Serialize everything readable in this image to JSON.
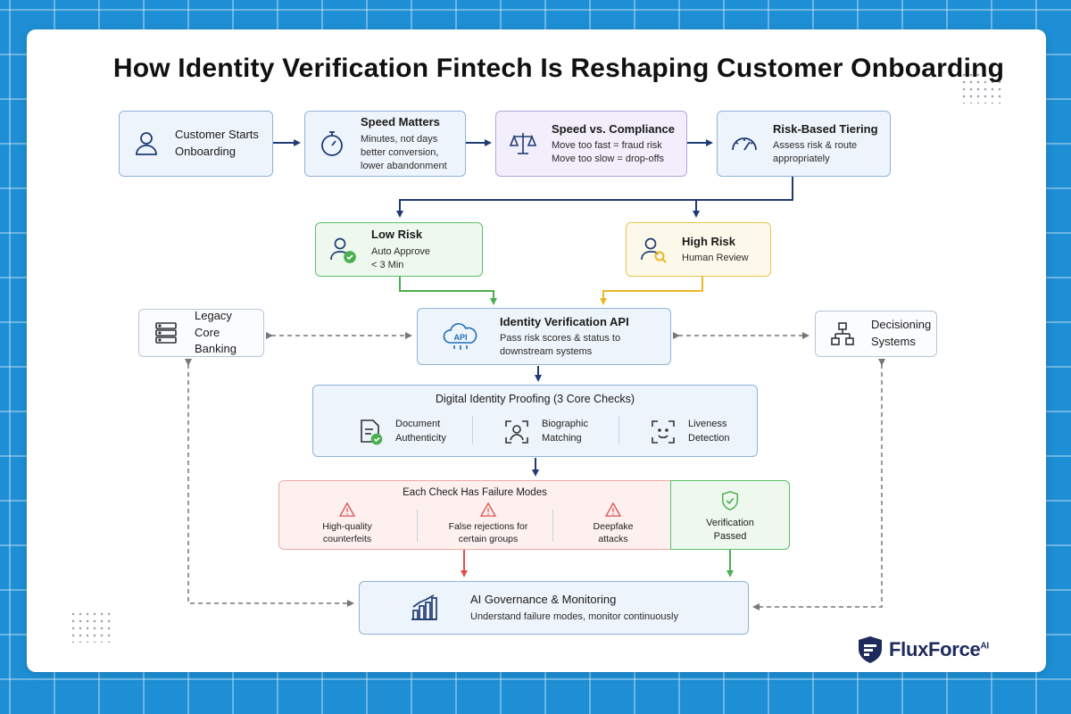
{
  "title": "How Identity Verification Fintech Is Reshaping Customer Onboarding",
  "row1": {
    "start": {
      "line1": "Customer Starts",
      "line2": "Onboarding",
      "icon": "user-icon"
    },
    "speed": {
      "heading": "Speed Matters",
      "line1": "Minutes, not days",
      "line2": "better conversion,",
      "line3": "lower abandonment",
      "icon": "stopwatch-icon"
    },
    "compliance": {
      "heading": "Speed vs. Compliance",
      "line1": "Move too fast = fraud risk",
      "line2": "Move too slow = drop-offs",
      "icon": "scales-icon"
    },
    "tiering": {
      "heading": "Risk-Based Tiering",
      "line1": "Assess risk & route",
      "line2": "appropriately",
      "icon": "gauge-icon"
    }
  },
  "risk": {
    "low": {
      "heading": "Low Risk",
      "line1": "Auto Approve",
      "line2": "< 3 Min",
      "icon": "user-check-icon"
    },
    "high": {
      "heading": "High Risk",
      "line1": "Human Review",
      "icon": "user-search-icon"
    }
  },
  "api": {
    "heading": "Identity Verification API",
    "line1": "Pass risk scores & status to",
    "line2": "downstream systems",
    "icon_label": "API",
    "icon": "cloud-api-icon"
  },
  "legacy": {
    "line1": "Legacy Core",
    "line2": "Banking",
    "icon": "server-icon"
  },
  "decisioning": {
    "line1": "Decisioning",
    "line2": "Systems",
    "icon": "hierarchy-icon"
  },
  "proofing": {
    "title": "Digital Identity Proofing (3 Core Checks)",
    "checks": [
      {
        "line1": "Document",
        "line2": "Authenticity",
        "icon": "document-check-icon"
      },
      {
        "line1": "Biographic",
        "line2": "Matching",
        "icon": "face-scan-icon"
      },
      {
        "line1": "Liveness",
        "line2": "Detection",
        "icon": "liveness-icon"
      }
    ]
  },
  "failures": {
    "title": "Each Check Has Failure Modes",
    "modes": [
      {
        "line1": "High-quality",
        "line2": "counterfeits"
      },
      {
        "line1": "False rejections for",
        "line2": "certain groups"
      },
      {
        "line1": "Deepfake",
        "line2": "attacks"
      }
    ],
    "passed": {
      "line1": "Verification",
      "line2": "Passed"
    }
  },
  "governance": {
    "heading": "AI Governance & Monitoring",
    "line1": "Understand failure modes, monitor continuously",
    "icon": "bar-chart-icon"
  },
  "logo": {
    "name": "FluxForce",
    "suffix": "AI"
  },
  "colors": {
    "navy": "#1f3b73",
    "green": "#4caf50",
    "yellow": "#e8b923",
    "red": "#d9534f",
    "background": "#1e8fd5"
  }
}
